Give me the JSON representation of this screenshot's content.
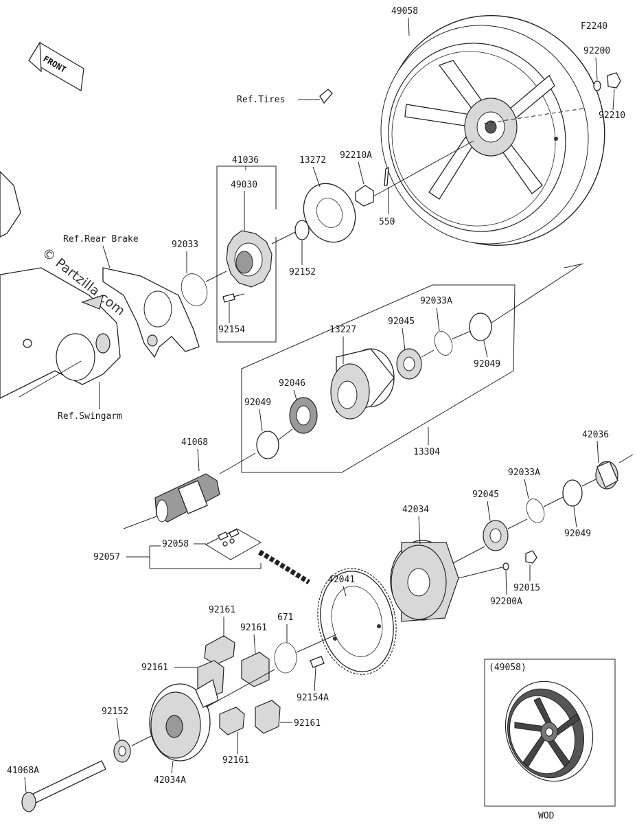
{
  "diagram": {
    "code": "F2240",
    "front_label": "FRONT",
    "watermark": "© Partzilla.com",
    "refs": {
      "tires": "Ref.Tires",
      "rear_brake": "Ref.Rear Brake",
      "swingarm": "Ref.Swingarm"
    },
    "inset": {
      "title": "(49058)",
      "caption": "WOD"
    },
    "part_numbers": {
      "p49058": "49058",
      "p92200": "92200",
      "p92210": "92210",
      "p41036": "41036",
      "p49030": "49030",
      "p13272": "13272",
      "p92210A": "92210A",
      "p550": "550",
      "p92033": "92033",
      "p92152_top": "92152",
      "p92154": "92154",
      "p92033A_top": "92033A",
      "p92045_top": "92045",
      "p13227": "13227",
      "p92049_top": "92049",
      "p92046": "92046",
      "p92049_mid": "92049",
      "p13304": "13304",
      "p41068": "41068",
      "p42036": "42036",
      "p92033A_bot": "92033A",
      "p92045_bot": "92045",
      "p42034": "42034",
      "p92049_bot": "92049",
      "p92015": "92015",
      "p92200A": "92200A",
      "p92057": "92057",
      "p92058": "92058",
      "p42041": "42041",
      "p671": "671",
      "p92154A": "92154A",
      "p92161_a": "92161",
      "p92161_b": "92161",
      "p92161_c": "92161",
      "p92161_d": "92161",
      "p92161_e": "92161",
      "p92152_bot": "92152",
      "p41068A": "41068A",
      "p42034A": "42034A"
    }
  }
}
